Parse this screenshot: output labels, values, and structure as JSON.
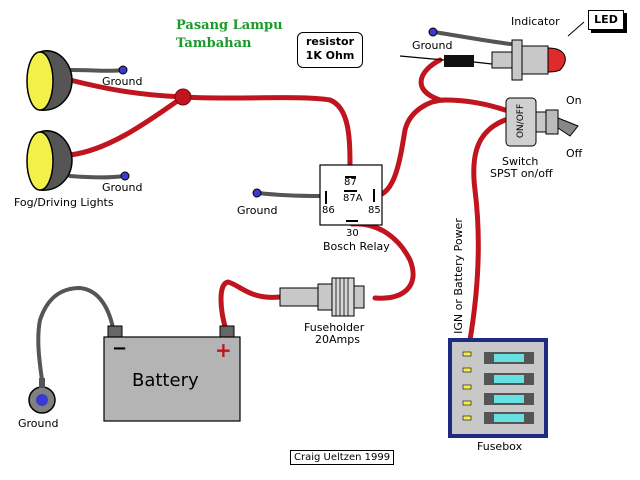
{
  "title": {
    "line1": "Pasang Lampu",
    "line2": "Tambahan"
  },
  "labels": {
    "ground": "Ground",
    "fog_lights": "Fog/Driving Lights",
    "relay": "Bosch Relay",
    "pin_87": "87",
    "pin_87a": "87A",
    "pin_86": "86",
    "pin_85": "85",
    "pin_30": "30",
    "fuseholder_line1": "Fuseholder",
    "fuseholder_line2": "20Amps",
    "battery": "Battery",
    "battery_minus": "−",
    "battery_plus": "+",
    "resistor_line1": "resistor",
    "resistor_line2": "1K Ohm",
    "indicator": "Indicator",
    "led": "LED",
    "switch_on": "On",
    "switch_off": "Off",
    "switch_face": "ON/OFF",
    "switch_line1": "Switch",
    "switch_line2": "SPST on/off",
    "ign_power": "IGN or Battery Power",
    "fusebox": "Fusebox",
    "credit": "Craig Ueltzen 1999"
  },
  "colors": {
    "wire": "#c0141e",
    "ground_wire": "#555555",
    "title": "#1a9a2a",
    "ground_dot": "#3a3ad0",
    "lamp_lens": "#f4f04a",
    "fusebox_border": "#1e2a80",
    "fuse_cyan": "#66e0e0"
  }
}
